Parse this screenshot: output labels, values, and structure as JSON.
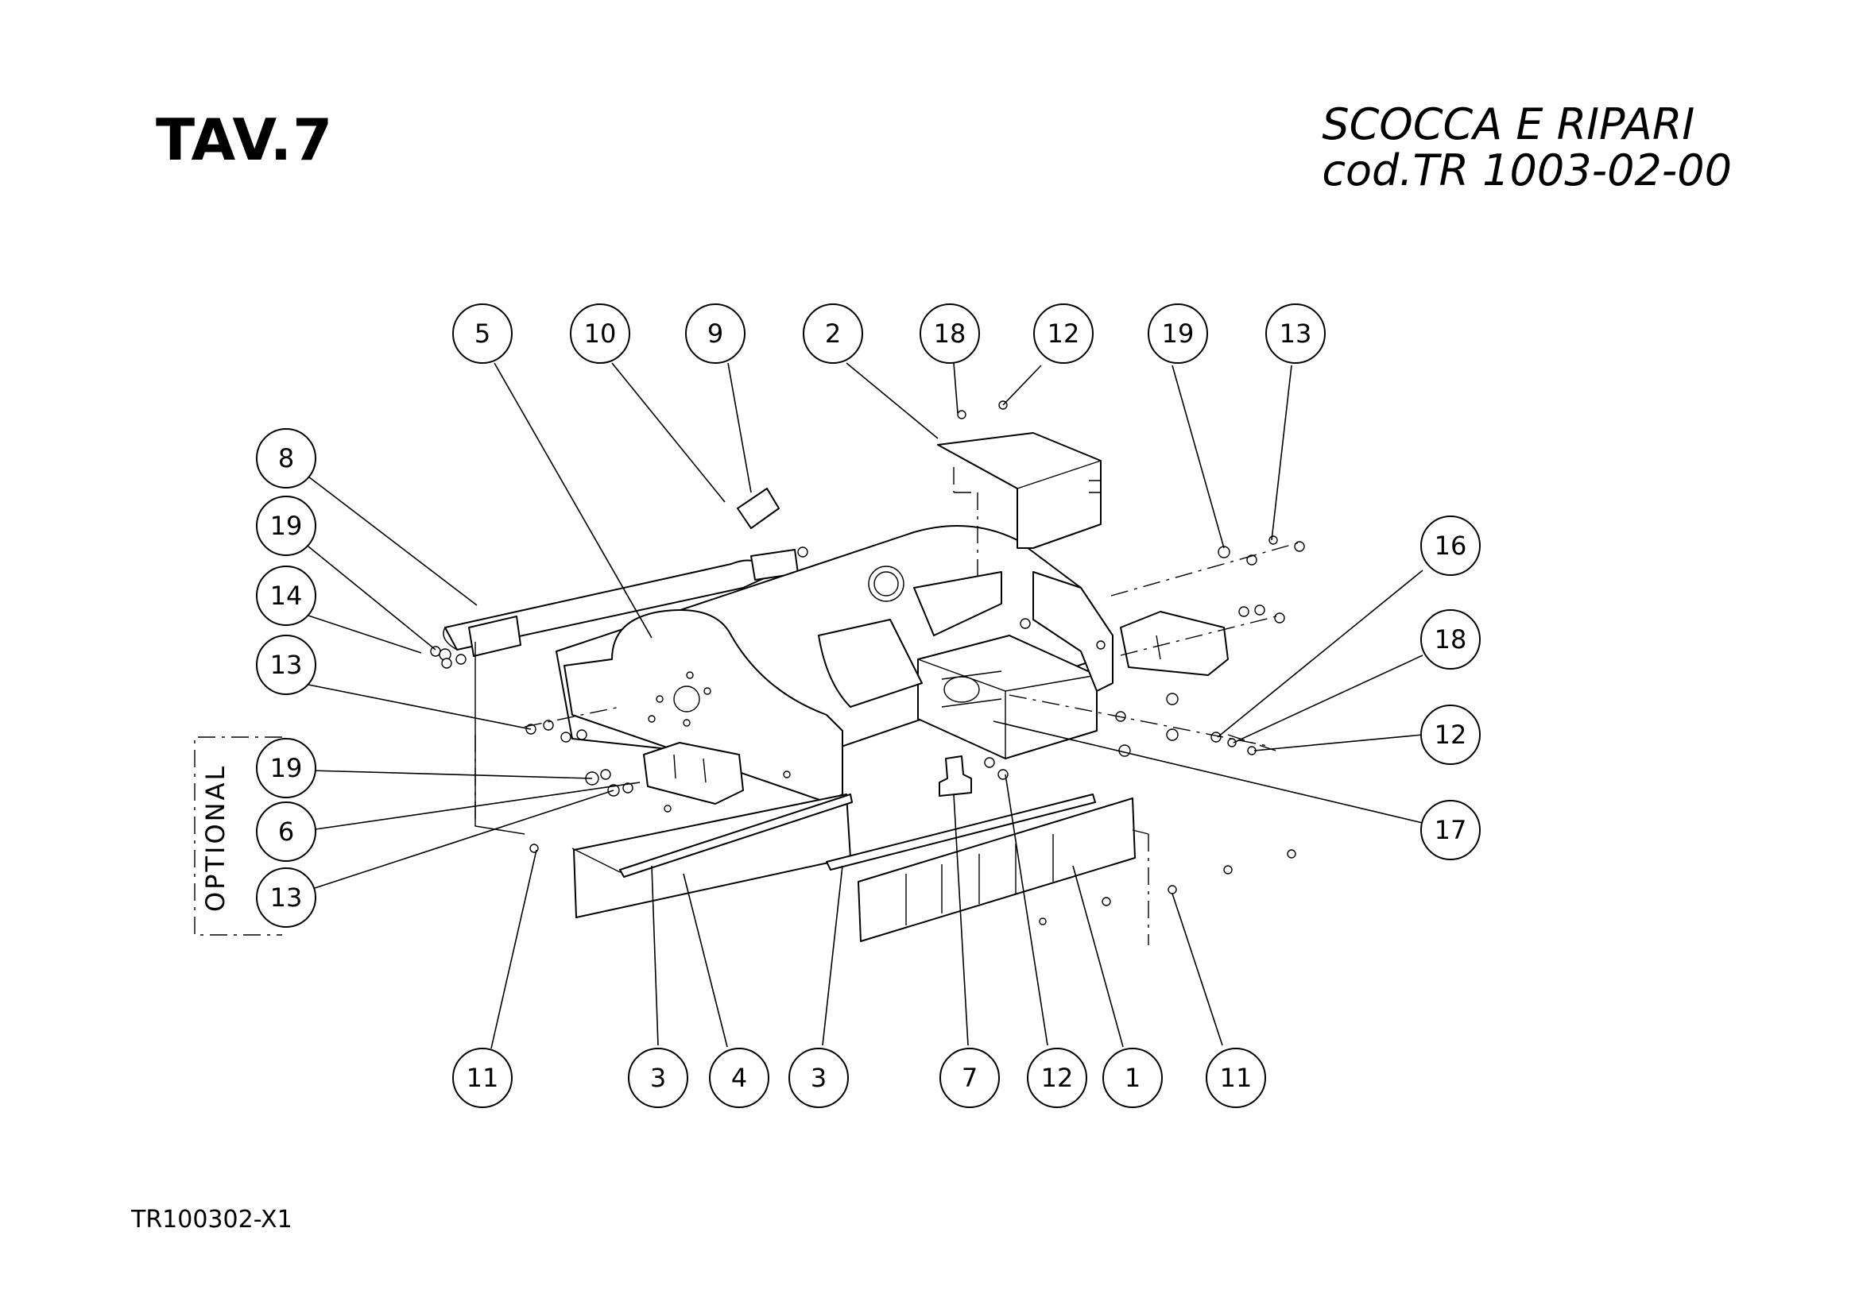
{
  "header": {
    "sheet_title": "TAV.7",
    "caption_line1": "SCOCCA E RIPARI",
    "caption_line2": "cod.TR 1003-02-00"
  },
  "footer": {
    "drawing_code": "TR100302-X1"
  },
  "optional_group": {
    "label": "OPTIONAL"
  },
  "balloons": [
    {
      "id": "b-top-5",
      "label": "5"
    },
    {
      "id": "b-top-10",
      "label": "10"
    },
    {
      "id": "b-top-9",
      "label": "9"
    },
    {
      "id": "b-top-2",
      "label": "2"
    },
    {
      "id": "b-top-18",
      "label": "18"
    },
    {
      "id": "b-top-12",
      "label": "12"
    },
    {
      "id": "b-top-19",
      "label": "19"
    },
    {
      "id": "b-top-13",
      "label": "13"
    },
    {
      "id": "b-left-8",
      "label": "8"
    },
    {
      "id": "b-left-19",
      "label": "19"
    },
    {
      "id": "b-left-14",
      "label": "14"
    },
    {
      "id": "b-left-13",
      "label": "13"
    },
    {
      "id": "b-opt-19",
      "label": "19"
    },
    {
      "id": "b-opt-6",
      "label": "6"
    },
    {
      "id": "b-opt-13",
      "label": "13"
    },
    {
      "id": "b-right-16",
      "label": "16"
    },
    {
      "id": "b-right-18",
      "label": "18"
    },
    {
      "id": "b-right-12",
      "label": "12"
    },
    {
      "id": "b-right-17",
      "label": "17"
    },
    {
      "id": "b-bot-11a",
      "label": "11"
    },
    {
      "id": "b-bot-3a",
      "label": "3"
    },
    {
      "id": "b-bot-4",
      "label": "4"
    },
    {
      "id": "b-bot-3b",
      "label": "3"
    },
    {
      "id": "b-bot-7",
      "label": "7"
    },
    {
      "id": "b-bot-12",
      "label": "12"
    },
    {
      "id": "b-bot-1",
      "label": "1"
    },
    {
      "id": "b-bot-11b",
      "label": "11"
    }
  ]
}
